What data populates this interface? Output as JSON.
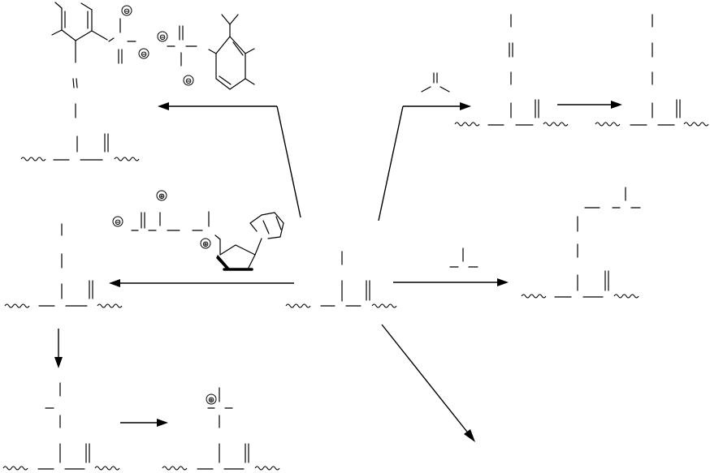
{
  "diagram": {
    "charges": [
      {
        "id": "sulfonyl-neg-1",
        "sign": "⊖"
      },
      {
        "id": "sulfonyl-neg-2",
        "sign": "⊖"
      },
      {
        "id": "phosphate-neg-1",
        "sign": "⊖"
      },
      {
        "id": "phosphate-neg-2",
        "sign": "⊖"
      },
      {
        "id": "sam-sulfonium-pos",
        "sign": "⊕"
      },
      {
        "id": "sam-carboxylate-neg",
        "sign": "⊖"
      },
      {
        "id": "sam-ammonium-pos",
        "sign": "⊕"
      },
      {
        "id": "product-cation-pos",
        "sign": "⊕"
      }
    ],
    "colors": {
      "ink": "#000000",
      "background": "#ffffff"
    }
  }
}
